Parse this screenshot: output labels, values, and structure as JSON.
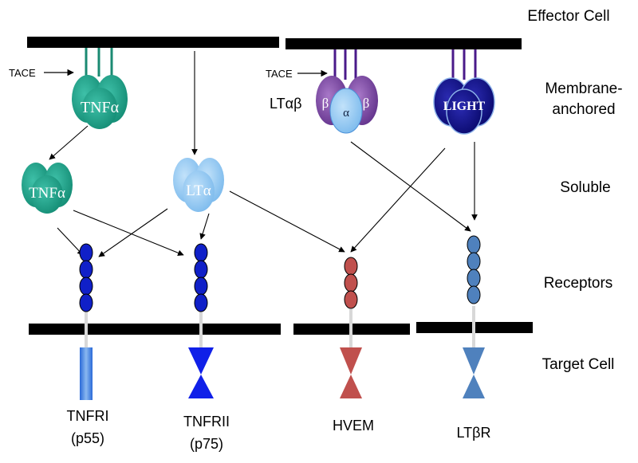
{
  "row_labels": {
    "effector": "Effector Cell",
    "membrane_1": "Membrane-",
    "membrane_2": "anchored",
    "soluble": "Soluble",
    "receptors": "Receptors",
    "target": "Target Cell"
  },
  "tace": {
    "left": "TACE",
    "right": "TACE"
  },
  "ligands": {
    "tnfa_membrane": "TNFα",
    "tnfa_soluble": "TNFα",
    "lta_soluble": "LTα",
    "ltab_name": "LTαβ",
    "ltab_beta_left": "β",
    "ltab_alpha": "α",
    "ltab_beta_right": "β",
    "light": "LIGHT"
  },
  "receptors": {
    "tnfri_1": "TNFRI",
    "tnfri_2": "(p55)",
    "tnfrii_1": "TNFRII",
    "tnfrii_2": "(p75)",
    "hvem": "HVEM",
    "ltbr": "LTβR"
  },
  "colors": {
    "membrane": "#000000",
    "tnfa": "#1a9a82",
    "lta": "#8cc4f0",
    "ltab_beta": "#7a4a9c",
    "ltab_alpha": "#6ab4ee",
    "light": "#0c0c80",
    "tnfri": "#1020c8",
    "tnfrii": "#1020c8",
    "hvem": "#c0504d",
    "ltbr": "#4f81bd",
    "tether_green": "#1a8a72",
    "tether_purple": "#4a1a8a"
  }
}
